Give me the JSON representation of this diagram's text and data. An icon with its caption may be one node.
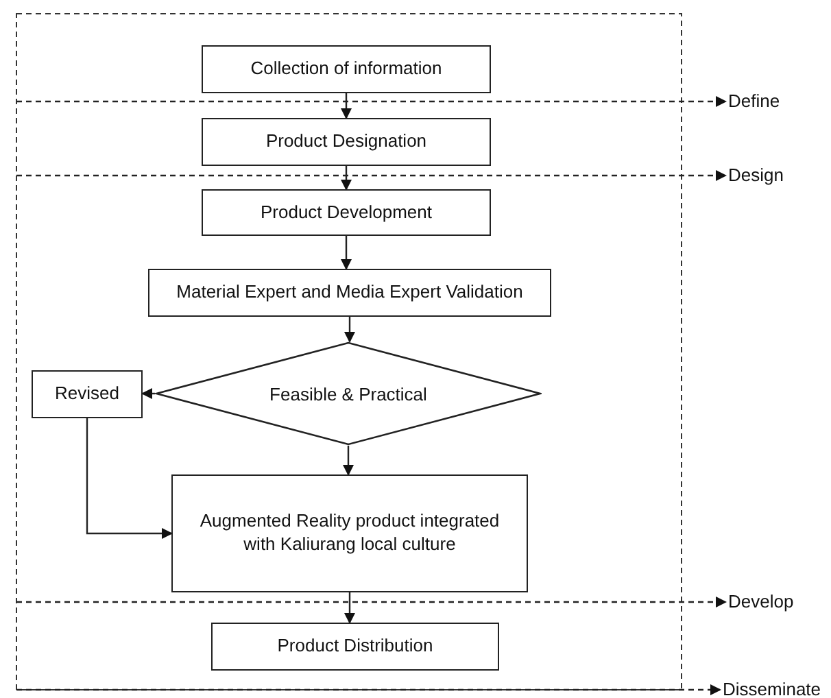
{
  "diagram": {
    "nodes": [
      {
        "text": [
          "Collection of information"
        ]
      },
      {
        "text": [
          "Product Designation"
        ]
      },
      {
        "text": [
          "Product Development"
        ]
      },
      {
        "text": [
          "Material Expert and Media Expert Validation"
        ]
      },
      {
        "text": [
          "Feasible & Practical"
        ]
      },
      {
        "text": [
          "Revised"
        ]
      },
      {
        "text": [
          "Augmented Reality product integrated with Kaliurang local culture"
        ]
      },
      {
        "text": [
          "Product Distribution"
        ]
      },
      {
        "text": [
          "Define"
        ]
      },
      {
        "text": [
          "Design"
        ]
      },
      {
        "text": [
          "Develop"
        ]
      },
      {
        "text": [
          "Disseminate"
        ]
      }
    ],
    "edges": [
      {
        "from": 0,
        "to": 1,
        "arrow": "to"
      },
      {
        "from": 1,
        "to": 2,
        "arrow": "to"
      },
      {
        "from": 2,
        "to": 3,
        "arrow": "to"
      },
      {
        "from": 3,
        "to": 4,
        "arrow": "to"
      },
      {
        "from": 4,
        "to": 5,
        "arrow": "to"
      },
      {
        "from": 5,
        "to": 6,
        "arrow": "to"
      },
      {
        "from": 4,
        "to": 6,
        "arrow": "to"
      },
      {
        "from": 6,
        "to": 7,
        "arrow": "to"
      },
      {
        "from": null,
        "to": 8,
        "arrow": "to",
        "style": "dashed"
      },
      {
        "from": null,
        "to": 9,
        "arrow": "to",
        "style": "dashed"
      },
      {
        "from": null,
        "to": 10,
        "arrow": "to",
        "style": "dashed"
      },
      {
        "from": null,
        "to": 11,
        "arrow": "to",
        "style": "dashed"
      }
    ]
  }
}
